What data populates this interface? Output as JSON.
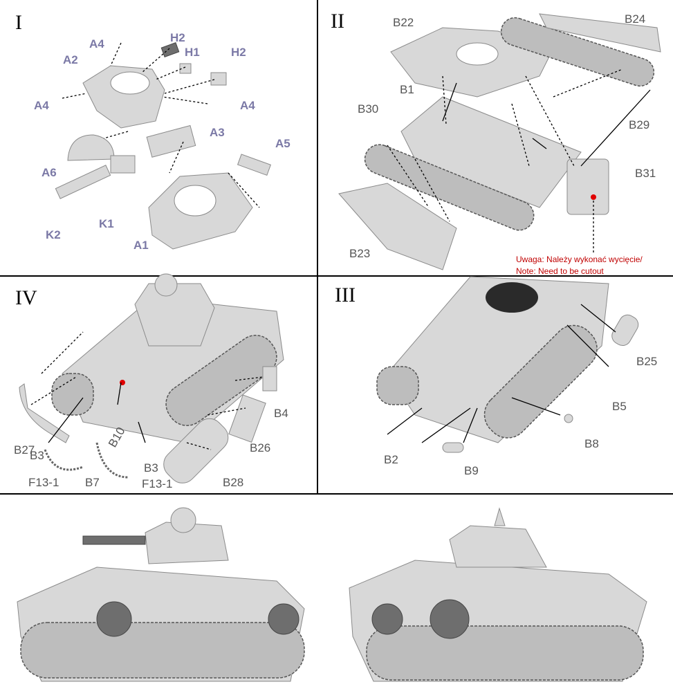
{
  "panels": {
    "I": {
      "title": "I",
      "labels": [
        "A4",
        "H2",
        "A2",
        "H1",
        "H2",
        "A4",
        "A4",
        "A3",
        "A5",
        "A6",
        "K1",
        "K2",
        "A1"
      ]
    },
    "II": {
      "title": "II",
      "labels": [
        "B22",
        "B24",
        "B1",
        "B30",
        "B29",
        "B31",
        "B23"
      ],
      "note_pl": "Uwaga: Należy wykonać wycięcie/",
      "note_en": "Note: Need to be cutout"
    },
    "IV": {
      "title": "IV",
      "labels": [
        "B27",
        "B4",
        "B26",
        "B3",
        "B10",
        "B3",
        "F13-1",
        "B7",
        "F13-1",
        "B28"
      ]
    },
    "III": {
      "title": "III",
      "labels": [
        "B25",
        "B5",
        "B8",
        "B2",
        "B9"
      ]
    }
  },
  "colors": {
    "panel_I_labels": "#7b79a6",
    "labels": "#555555",
    "note": "#c00000",
    "marker": "#e00000"
  }
}
